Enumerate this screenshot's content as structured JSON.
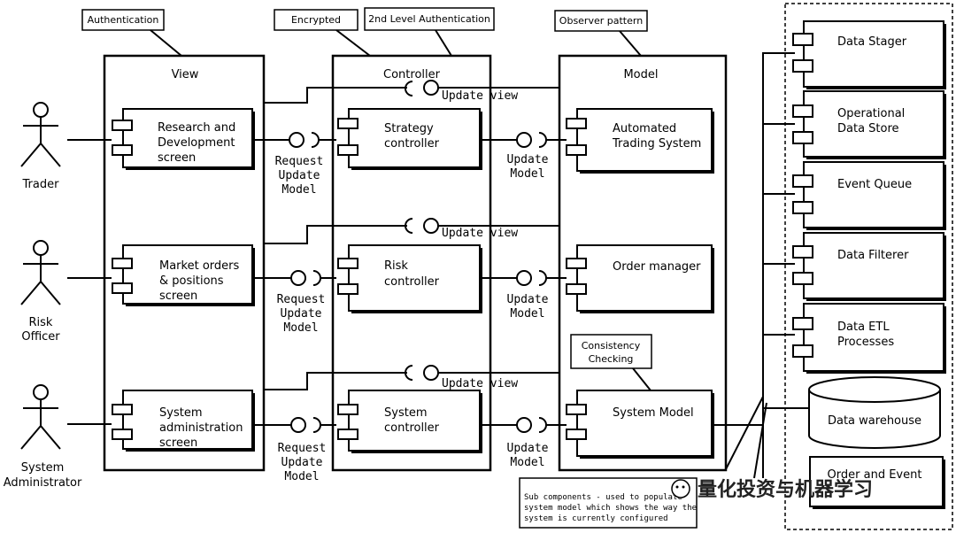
{
  "notes": {
    "authentication": "Authentication",
    "encrypted": "Encrypted",
    "second_level_auth": "2nd Level Authentication",
    "observer": "Observer pattern",
    "consistency_line1": "Consistency",
    "consistency_line2": "Checking",
    "subcomponents_line1": "Sub components - used to populate",
    "subcomponents_line2": "system model which shows the way the",
    "subcomponents_line3": "system is currently configured"
  },
  "layers": {
    "view": "View",
    "controller": "Controller",
    "model": "Model"
  },
  "actors": {
    "trader": "Trader",
    "risk_line1": "Risk",
    "risk_line2": "Officer",
    "sysadmin_line1": "System",
    "sysadmin_line2": "Administrator"
  },
  "view": {
    "research": [
      "Research and",
      "Development",
      "screen"
    ],
    "market": [
      "Market orders",
      "& positions",
      "screen"
    ],
    "sysadmin": [
      "System",
      "administration",
      "screen"
    ]
  },
  "controller": {
    "strategy": [
      "Strategy",
      "controller"
    ],
    "risk": [
      "Risk",
      "controller"
    ],
    "system": [
      "System",
      "controller"
    ]
  },
  "model": {
    "ats": [
      "Automated",
      "Trading System"
    ],
    "order": "Order manager",
    "system": "System Model"
  },
  "interfaces": {
    "request_line1": "Request",
    "request_line2": "Update",
    "request_line3": "Model",
    "update_line1": "Update",
    "update_line2": "Model",
    "update_view": "Update view"
  },
  "subsystems": {
    "stager": "Data Stager",
    "ods": [
      "Operational",
      "Data Store"
    ],
    "event_queue": "Event Queue",
    "filterer": "Data Filterer",
    "etl": [
      "Data ETL",
      "Processes"
    ],
    "warehouse": "Data warehouse",
    "order_event": "Order and Event"
  },
  "watermark": "量化投资与机器学习"
}
